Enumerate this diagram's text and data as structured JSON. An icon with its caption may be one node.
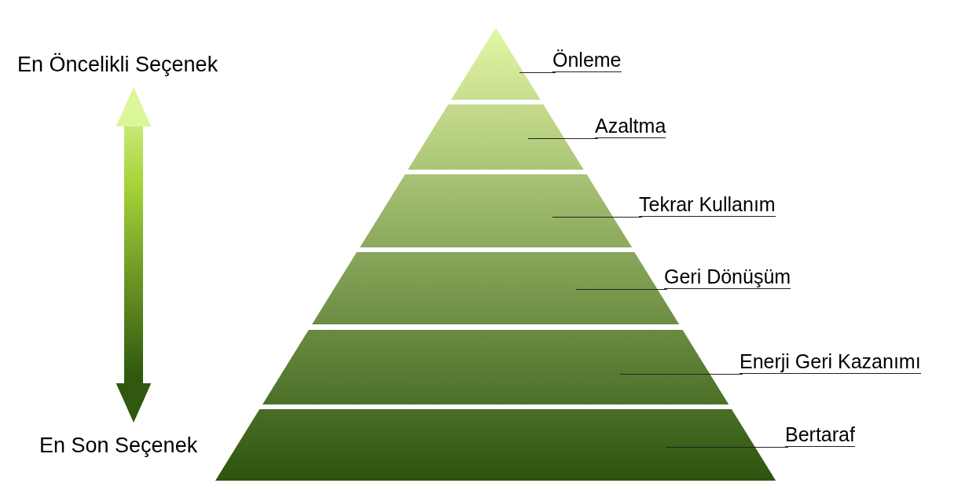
{
  "diagram": {
    "nodes": [
      {
        "text": [
          "En Öncelikli Seçenek"
        ]
      },
      {
        "text": [
          "En Son Seçenek"
        ]
      },
      {
        "text": [
          "Önleme"
        ]
      },
      {
        "text": [
          "Azaltma"
        ]
      },
      {
        "text": [
          "Tekrar Kullanım"
        ]
      },
      {
        "text": [
          "Geri Dönüşüm"
        ]
      },
      {
        "text": [
          "Enerji Geri Kazanımı"
        ]
      },
      {
        "text": [
          "Bertaraf"
        ]
      }
    ],
    "edges": [
      {
        "from": 0,
        "to": 1,
        "arrow": "both"
      }
    ]
  }
}
